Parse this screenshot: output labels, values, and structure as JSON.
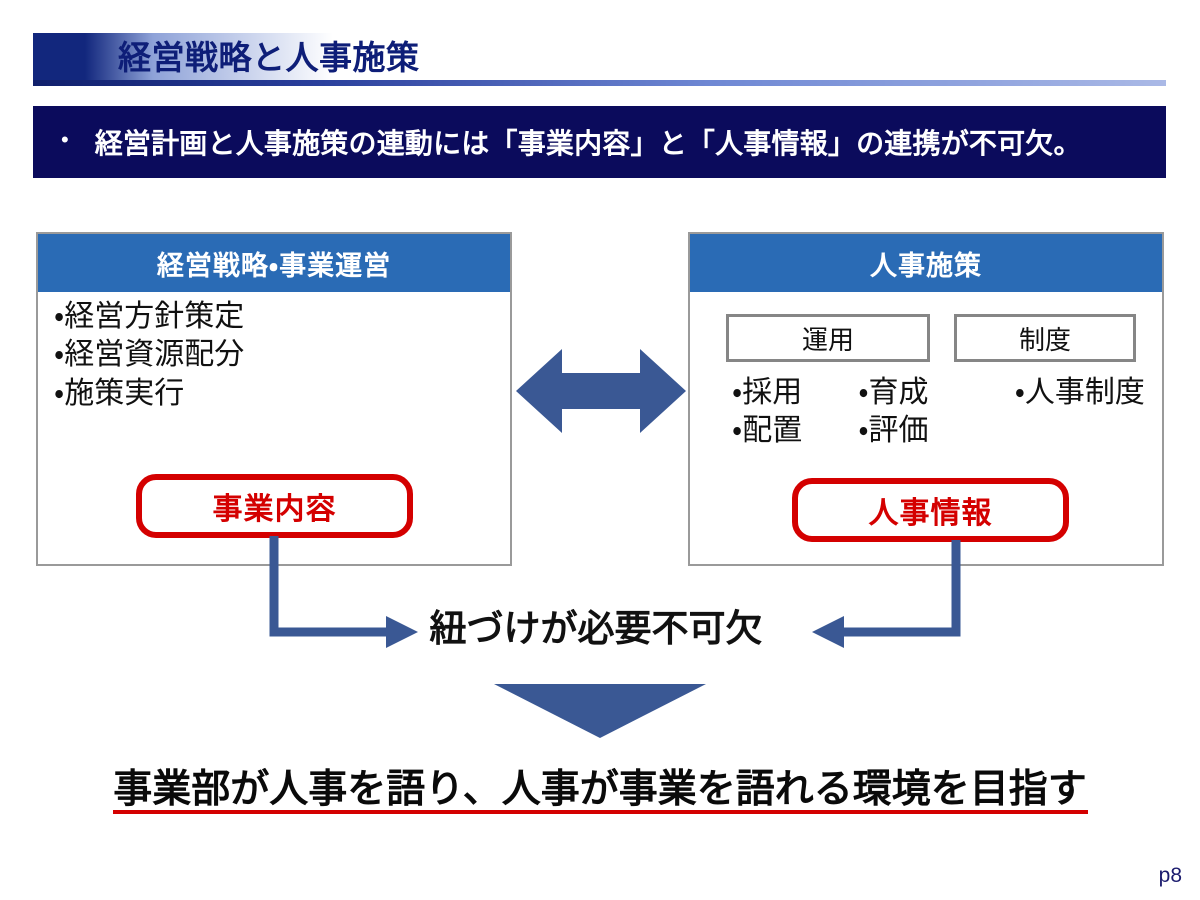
{
  "slide": {
    "title": "経営戦略と人事施策",
    "page_number": "p8",
    "colors": {
      "title_navy": "#0e1e78",
      "banner_navy": "#0b0b5c",
      "panel_header_blue": "#2a6bb5",
      "arrow_blue": "#3a5894",
      "callout_red": "#d40000",
      "panel_border_gray": "#9a9a9a"
    }
  },
  "lead": {
    "bullet": "•",
    "text": "経営計画と人事施策の連動には「事業内容」と「人事情報」の連携が不可欠。"
  },
  "left_panel": {
    "header": "経営戦略・事業運営",
    "items": [
      "・経営方針策定",
      "・経営資源配分",
      "・施策実行"
    ],
    "callout": "事業内容"
  },
  "right_panel": {
    "header": "人事施策",
    "subboxes": [
      "運用",
      "制度"
    ],
    "item_rows": [
      [
        "・採用",
        "・育成",
        "・人事制度"
      ],
      [
        "・配置",
        "・評価",
        ""
      ]
    ],
    "callout": "人事情報"
  },
  "center": {
    "caption": "紐づけが必要不可欠",
    "double_arrow_icon": "left-right-arrow-icon",
    "down_arrow_icon": "down-triangle-icon",
    "left_connector_icon": "elbow-arrow-right-icon",
    "right_connector_icon": "elbow-arrow-left-icon"
  },
  "conclusion": {
    "text": "事業部が人事を語り、人事が事業を語れる環境を目指す"
  }
}
